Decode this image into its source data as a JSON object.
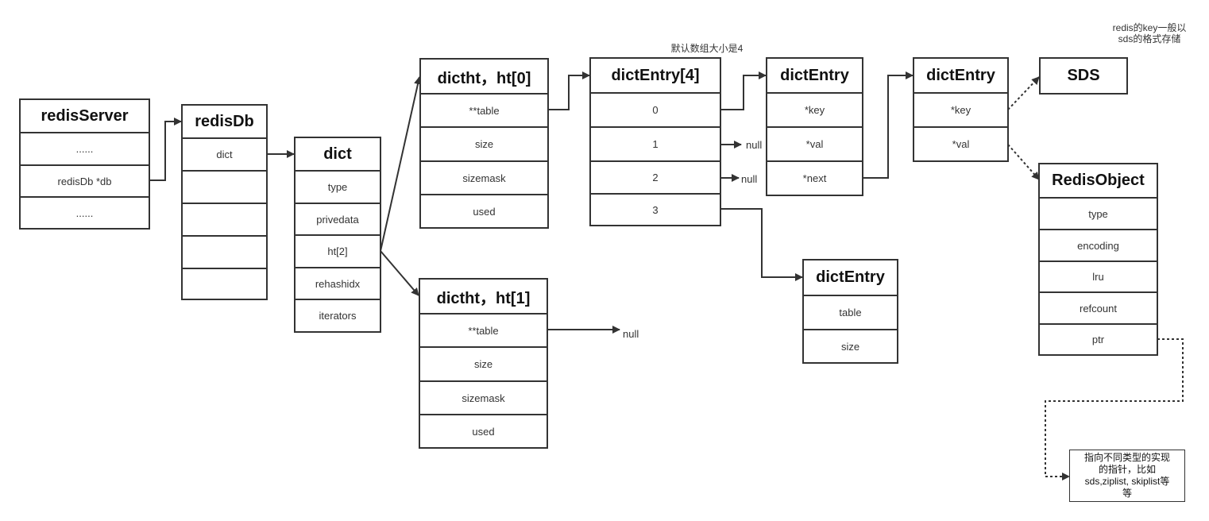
{
  "redisServer": {
    "title": "redisServer",
    "cells": [
      "......",
      "redisDb *db",
      "......"
    ]
  },
  "redisDb": {
    "title": "redisDb",
    "cells": [
      "dict",
      "",
      "",
      "",
      ""
    ]
  },
  "dict": {
    "title": "dict",
    "cells": [
      "type",
      "privedata",
      "ht[2]",
      "rehashidx",
      "iterators"
    ]
  },
  "ht0": {
    "title": "dictht，ht[0]",
    "cells": [
      "**table",
      "size",
      "sizemask",
      "used"
    ]
  },
  "ht1": {
    "title": "dictht，ht[1]",
    "cells": [
      "**table",
      "size",
      "sizemask",
      "used"
    ]
  },
  "dictEntryArr": {
    "title": "dictEntry[4]",
    "cells": [
      "0",
      "1",
      "2",
      "3"
    ]
  },
  "entry1": {
    "title": "dictEntry",
    "cells": [
      "*key",
      "*val",
      "*next"
    ]
  },
  "entry2": {
    "title": "dictEntry",
    "cells": [
      "*key",
      "*val"
    ]
  },
  "entry3": {
    "title": "dictEntry",
    "cells": [
      "table",
      "size"
    ]
  },
  "sds": {
    "title": "SDS"
  },
  "redisObject": {
    "title": "RedisObject",
    "cells": [
      "type",
      "encoding",
      "lru",
      "refcount",
      "ptr"
    ]
  },
  "notes": {
    "default_size": "默认数组大小是4",
    "key_sds_line1": "redis的key一般以",
    "key_sds_line2": "sds的格式存储",
    "null1": "null",
    "null2": "null",
    "null3": "null"
  },
  "ptr_note": {
    "line1": "指向不同类型的实现",
    "line2": "的指针，比如",
    "line3": "sds,ziplist, skiplist等",
    "line4": "等"
  },
  "colors": {
    "line": "#333333",
    "background": "#ffffff"
  }
}
